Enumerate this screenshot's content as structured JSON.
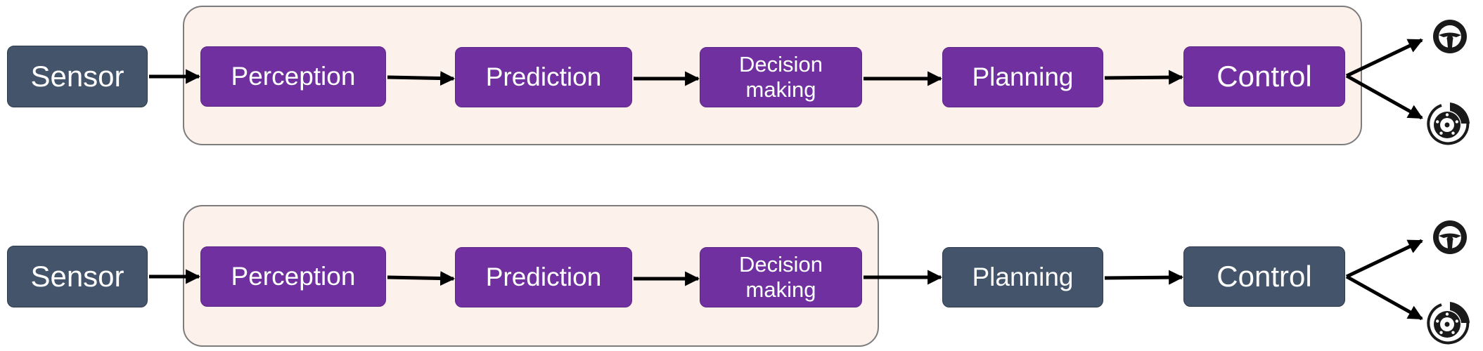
{
  "diagram": {
    "colors": {
      "module_purple": "#7030a0",
      "module_slate": "#44546a",
      "group_fill": "#fdf1ec",
      "group_border": "#7c7c7c",
      "arrow": "#000000",
      "icon": "#1a1a1a"
    },
    "rows": [
      {
        "sensor": "Sensor",
        "modules": [
          "Perception",
          "Prediction",
          "Decision\nmaking",
          "Planning",
          "Control"
        ],
        "outputs": [
          "steering-wheel-icon",
          "brake-disc-icon"
        ]
      },
      {
        "sensor": "Sensor",
        "modules": [
          "Perception",
          "Prediction",
          "Decision\nmaking",
          "Planning",
          "Control"
        ],
        "outputs": [
          "steering-wheel-icon",
          "brake-disc-icon"
        ]
      }
    ]
  }
}
